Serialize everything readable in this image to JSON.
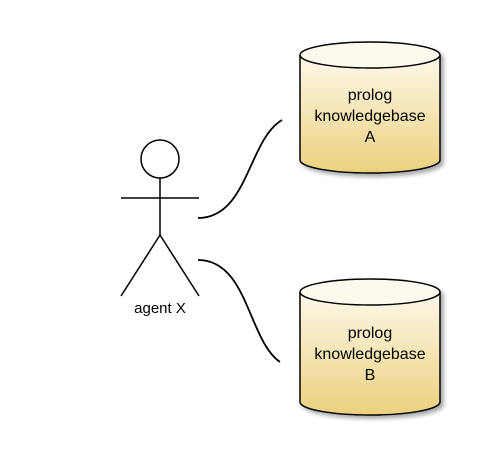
{
  "actor": {
    "label": "agent X"
  },
  "databases": [
    {
      "line1": "prolog",
      "line2": "knowledgebase",
      "line3": "A"
    },
    {
      "line1": "prolog",
      "line2": "knowledgebase",
      "line3": "B"
    }
  ],
  "colors": {
    "db_fill_top": "#fdf8ea",
    "db_fill_bottom": "#ecd07f",
    "stroke": "#000000",
    "background": "#ffffff"
  }
}
